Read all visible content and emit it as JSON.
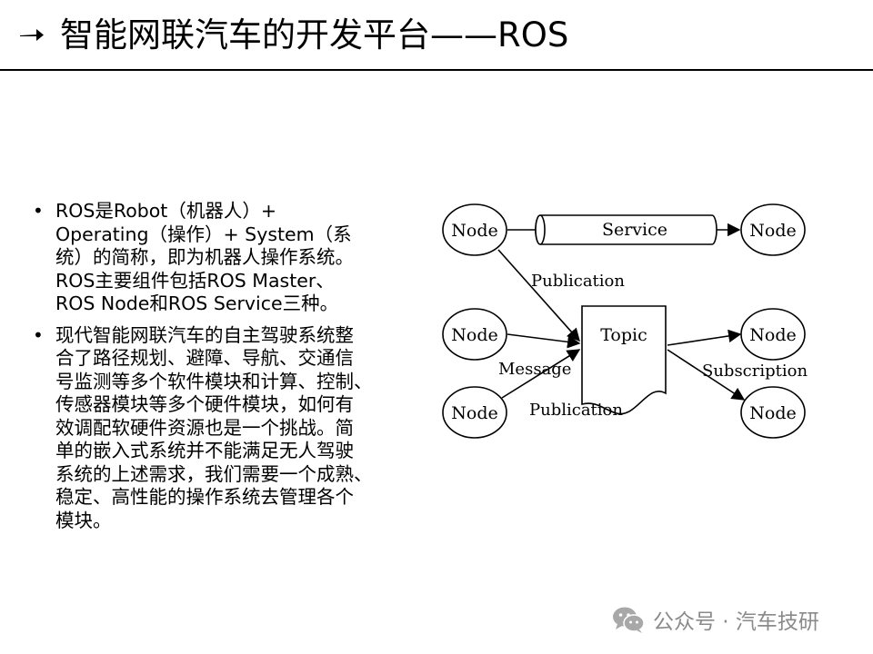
{
  "header": {
    "title": "智能网联汽车的开发平台——ROS",
    "arrow_icon": "arrow-right-icon"
  },
  "bullets": [
    {
      "lines": [
        "ROS是Robot（机器人）+",
        "Operating（操作）+ System（系",
        "统）的简称，即为机器人操作系统。",
        "ROS主要组件包括ROS Master、",
        "ROS Node和ROS Service三种。"
      ]
    },
    {
      "lines": [
        "现代智能网联汽车的自主驾驶系统整",
        "合了路径规划、避障、导航、交通信",
        "号监测等多个软件模块和计算、控制、",
        "传感器模块等多个硬件模块，如何有",
        "效调配软硬件资源也是一个挑战。简",
        "单的嵌入式系统并不能满足无人驾驶",
        "系统的上述需求，我们需要一个成熟、",
        "稳定、高性能的操作系统去管理各个",
        "模块。"
      ]
    }
  ],
  "diagram": {
    "node_label": "Node",
    "service_label": "Service",
    "topic_label": "Topic",
    "publication_label": "Publication",
    "message_label": "Message",
    "subscription_label": "Subscription"
  },
  "watermark": {
    "text": "公众号 · 汽车技研",
    "icon": "wechat-icon"
  }
}
